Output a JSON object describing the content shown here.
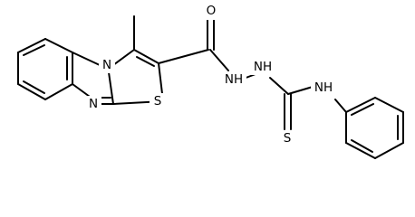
{
  "atoms": {
    "n_ring": "N",
    "n_imine": "N",
    "s_thiazole": "S",
    "o_carbonyl": "O",
    "nh_1": "NH",
    "nh_2": "NH",
    "s_thione": "S",
    "nh_3": "NH"
  },
  "colors": {
    "bond": "#000000",
    "label": "#000000",
    "background": "#ffffff"
  }
}
